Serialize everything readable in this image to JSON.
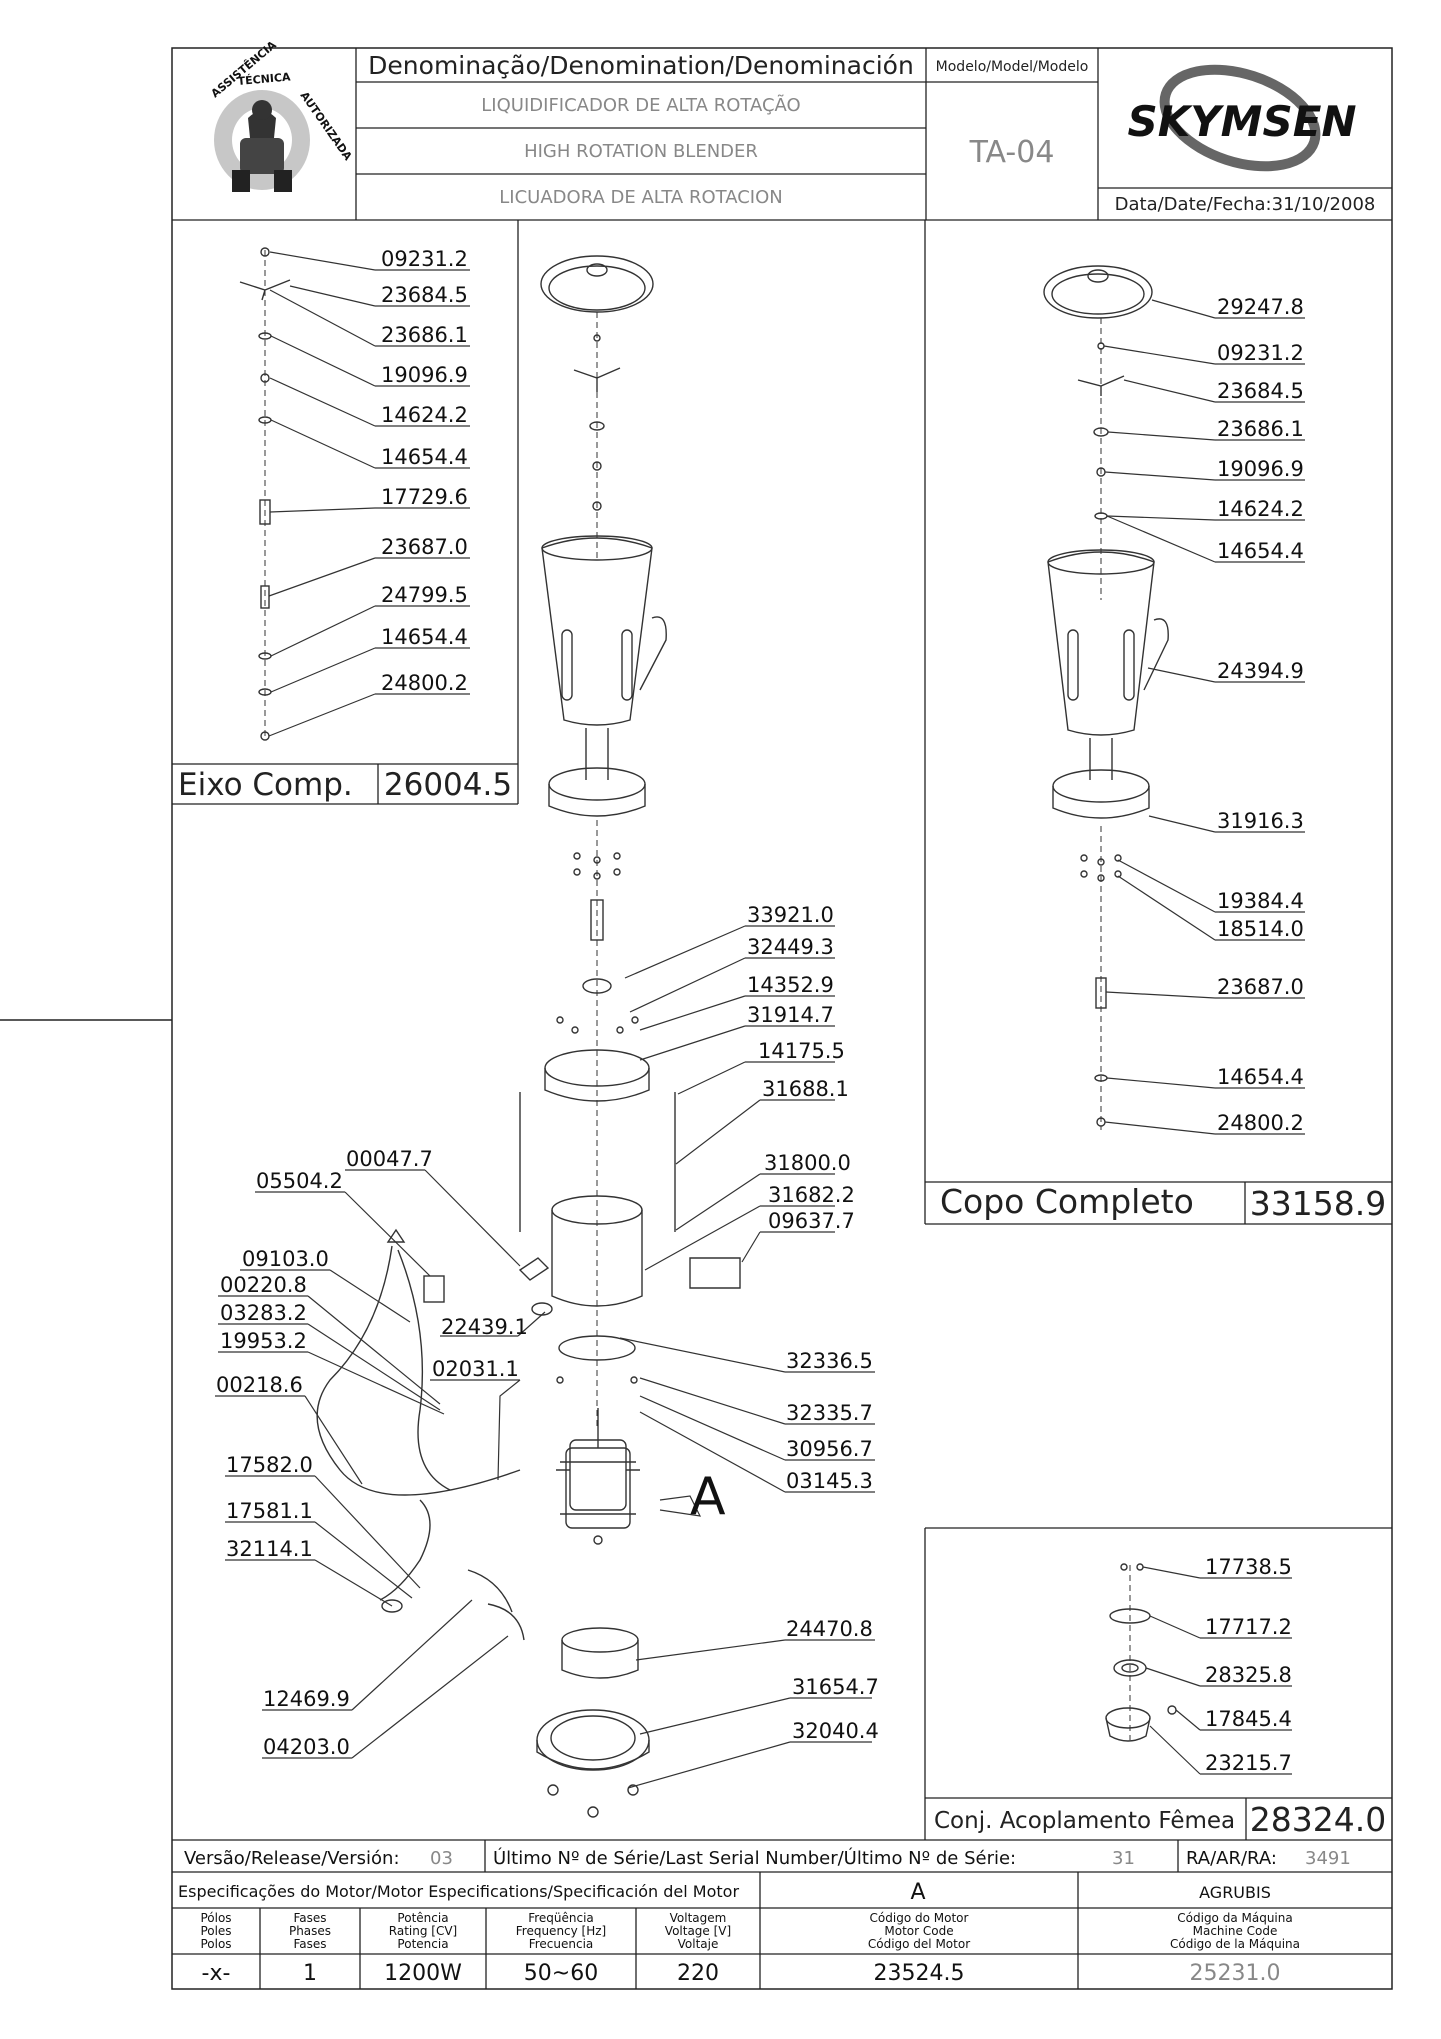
{
  "header": {
    "denomination_title": "Denominação/Denomination/Denominación",
    "name_pt": "LIQUIDIFICADOR DE ALTA ROTAÇÃO",
    "name_en": "HIGH ROTATION BLENDER",
    "name_es": "LICUADORA DE ALTA ROTACION",
    "model_label": "Modelo/Model/Modelo",
    "model_value": "TA-04",
    "brand": "SKYMSEN",
    "date_label": "Data/Date/Fecha:31/10/2008",
    "seal_text": "ASSISTÊNCIA TÉCNICA AUTORIZADA"
  },
  "subassemblies": {
    "eixo": {
      "title": "Eixo  Comp.",
      "code": "26004.5"
    },
    "copo": {
      "title": "Copo  Completo",
      "code": "33158.9"
    },
    "acoplamento": {
      "title": "Conj. Acoplamento Fêmea",
      "code": "28324.0"
    }
  },
  "labels": {
    "eixo": [
      "09231.2",
      "23684.5",
      "23686.1",
      "19096.9",
      "14624.2",
      "14654.4",
      "17729.6",
      "23687.0",
      "24799.5",
      "14654.4",
      "24800.2"
    ],
    "copo": [
      "29247.8",
      "09231.2",
      "23684.5",
      "23686.1",
      "19096.9",
      "14624.2",
      "14654.4",
      "24394.9",
      "31916.3",
      "19384.4",
      "18514.0",
      "23687.0",
      "14654.4",
      "24800.2"
    ],
    "acoplamento": [
      "17738.5",
      "17717.2",
      "28325.8",
      "17845.4",
      "23215.7"
    ],
    "main_right": [
      "33921.0",
      "32449.3",
      "14352.9",
      "31914.7",
      "14175.5",
      "31688.1",
      "31800.0",
      "31682.2",
      "09637.7",
      "32336.5",
      "32335.7",
      "30956.7",
      "03145.3",
      "24470.8",
      "31654.7",
      "32040.4"
    ],
    "main_left": [
      "00047.7",
      "05504.2",
      "09103.0",
      "00220.8",
      "03283.2",
      "19953.2",
      "00218.6",
      "22439.1",
      "02031.1",
      "17582.0",
      "17581.1",
      "32114.1",
      "12469.9",
      "04203.0"
    ],
    "motor_letter": "A"
  },
  "footer": {
    "version_label": "Versão/Release/Versión:",
    "version_value": "03",
    "serial_label": "Último Nº de Série/Last Serial Number/Último Nº de Série:",
    "serial_value": "31",
    "ra_label": "RA/AR/RA:",
    "ra_value": "3491",
    "motor_spec_label": "Especificações do Motor/Motor Especifications/Specificación del Motor",
    "motor_letter": "A",
    "machine_brand": "AGRUBIS",
    "columns": [
      [
        "Pólos",
        "Poles",
        "Polos"
      ],
      [
        "Fases",
        "Phases",
        "Fases"
      ],
      [
        "Potência",
        "Rating [CV]",
        "Potencia"
      ],
      [
        "Freqüência",
        "Frequency [Hz]",
        "Frecuencia"
      ],
      [
        "Voltagem",
        "Voltage [V]",
        "Voltaje"
      ],
      [
        "Código do Motor",
        "Motor Code",
        "Código del Motor"
      ],
      [
        "Código da Máquina",
        "Machine Code",
        "Código de la Máquina"
      ]
    ],
    "values": [
      "-x-",
      "1",
      "1200W",
      "50~60",
      "220",
      "23524.5",
      "25231.0"
    ]
  }
}
